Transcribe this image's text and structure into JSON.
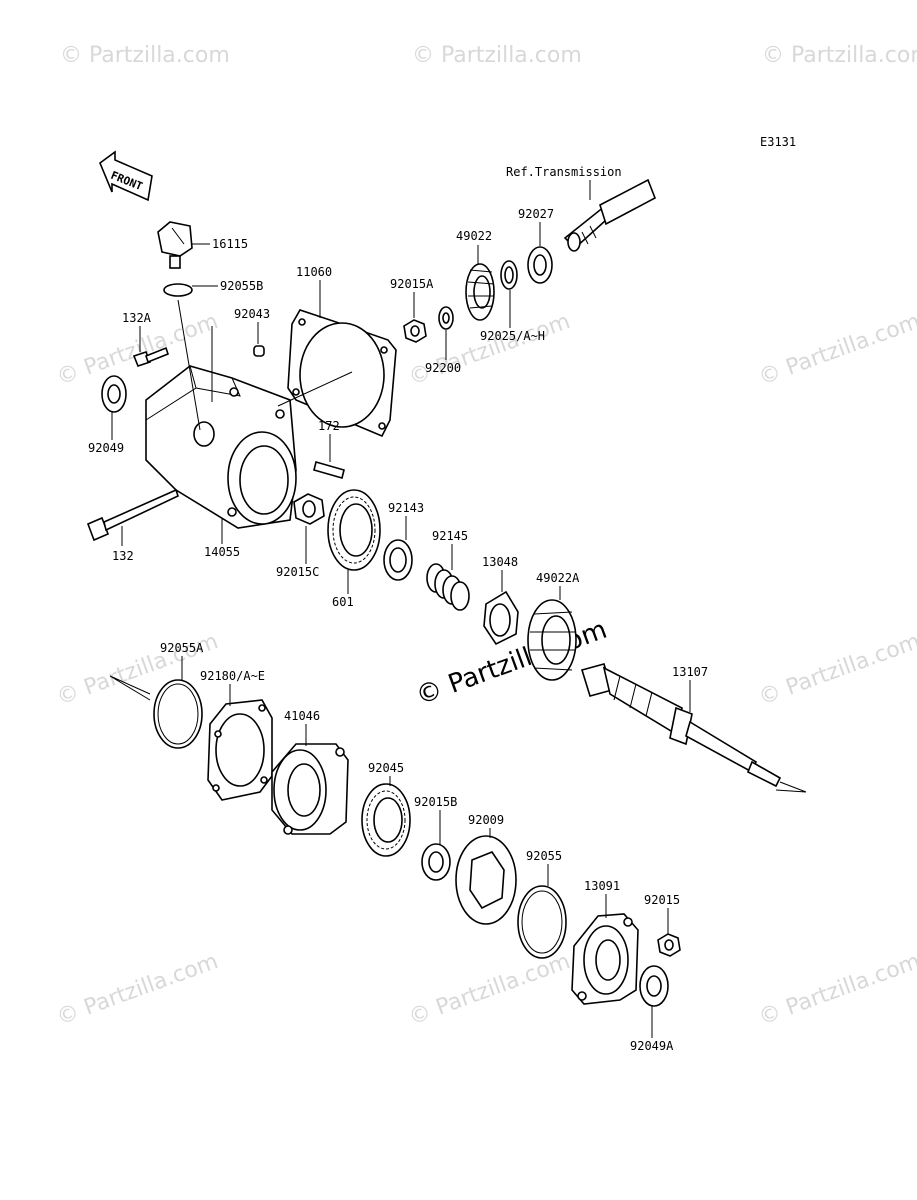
{
  "diagram_code": "E3131",
  "front_label": "FRONT",
  "ref_label": "Ref.Transmission",
  "watermark": "© Partzilla.com",
  "center_watermark": "© Partzilla.com",
  "parts": {
    "p16115": "16115",
    "p92055B": "92055B",
    "p132A": "132A",
    "p92043": "92043",
    "p11060": "11060",
    "p92015A": "92015A",
    "p49022": "49022",
    "p92027": "92027",
    "p92025": "92025/A~H",
    "p92200": "92200",
    "p92049": "92049",
    "p172": "172",
    "p132": "132",
    "p14055": "14055",
    "p92015C": "92015C",
    "p601": "601",
    "p92143": "92143",
    "p92145": "92145",
    "p13048": "13048",
    "p49022A": "49022A",
    "p13107": "13107",
    "p92055A": "92055A",
    "p92180": "92180/A~E",
    "p41046": "41046",
    "p92045": "92045",
    "p92015B": "92015B",
    "p92009": "92009",
    "p92055": "92055",
    "p13091": "13091",
    "p92015": "92015",
    "p92049A": "92049A"
  }
}
